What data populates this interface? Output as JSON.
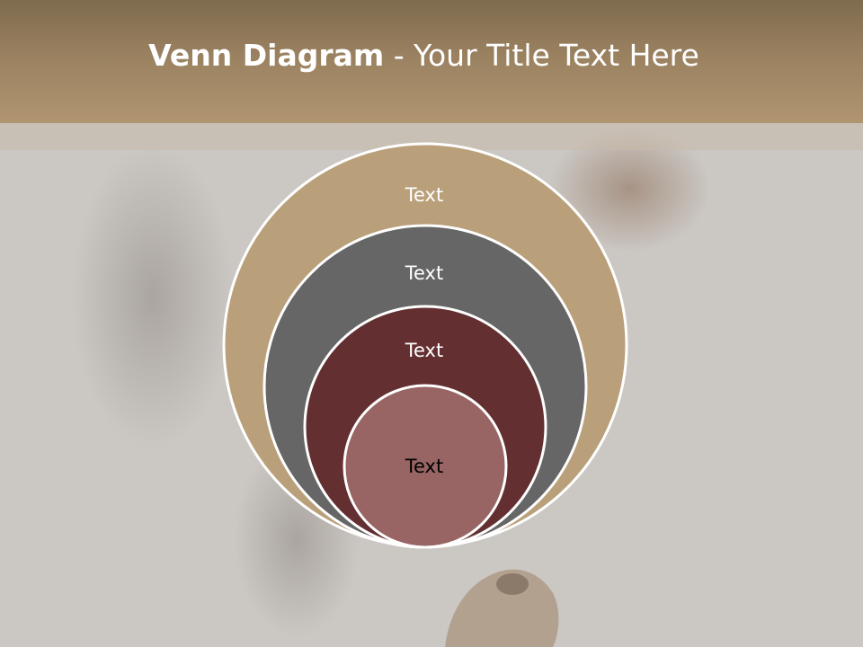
{
  "slide": {
    "title_bold": "Venn Diagram",
    "title_rest": " - Your Title Text Here"
  },
  "diagram": {
    "type": "nested-circles",
    "rings": [
      {
        "label": "Text",
        "color": "#b9a07b",
        "label_color": "#ffffff"
      },
      {
        "label": "Text",
        "color": "#666666",
        "label_color": "#ffffff"
      },
      {
        "label": "Text",
        "color": "#642f31",
        "label_color": "#ffffff"
      },
      {
        "label": "Text",
        "color": "#986464",
        "label_color": "#000000"
      }
    ],
    "outline_color": "#ffffff"
  },
  "theme": {
    "band_color": "#9a8160",
    "background_color": "#cbc7c3"
  }
}
